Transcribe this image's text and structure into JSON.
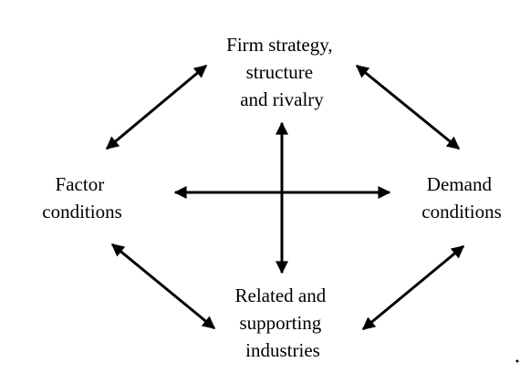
{
  "diagram": {
    "nodes": {
      "top": {
        "lines": [
          "Firm strategy,",
          "structure",
          "and rivalry"
        ]
      },
      "left": {
        "lines": [
          "Factor",
          "conditions"
        ]
      },
      "right": {
        "lines": [
          "Demand",
          "conditions"
        ]
      },
      "bottom": {
        "lines": [
          "Related and",
          "supporting",
          "industries"
        ]
      }
    },
    "edges": [
      {
        "from": "top",
        "to": "left",
        "arrows": "both"
      },
      {
        "from": "top",
        "to": "right",
        "arrows": "both"
      },
      {
        "from": "left",
        "to": "bottom",
        "arrows": "both"
      },
      {
        "from": "right",
        "to": "bottom",
        "arrows": "both"
      },
      {
        "from": "left",
        "to": "right",
        "arrows": "both"
      },
      {
        "from": "top",
        "to": "bottom",
        "arrows": "both"
      }
    ],
    "colors": {
      "line": "#000000",
      "text": "#000000",
      "background": "#ffffff"
    }
  }
}
